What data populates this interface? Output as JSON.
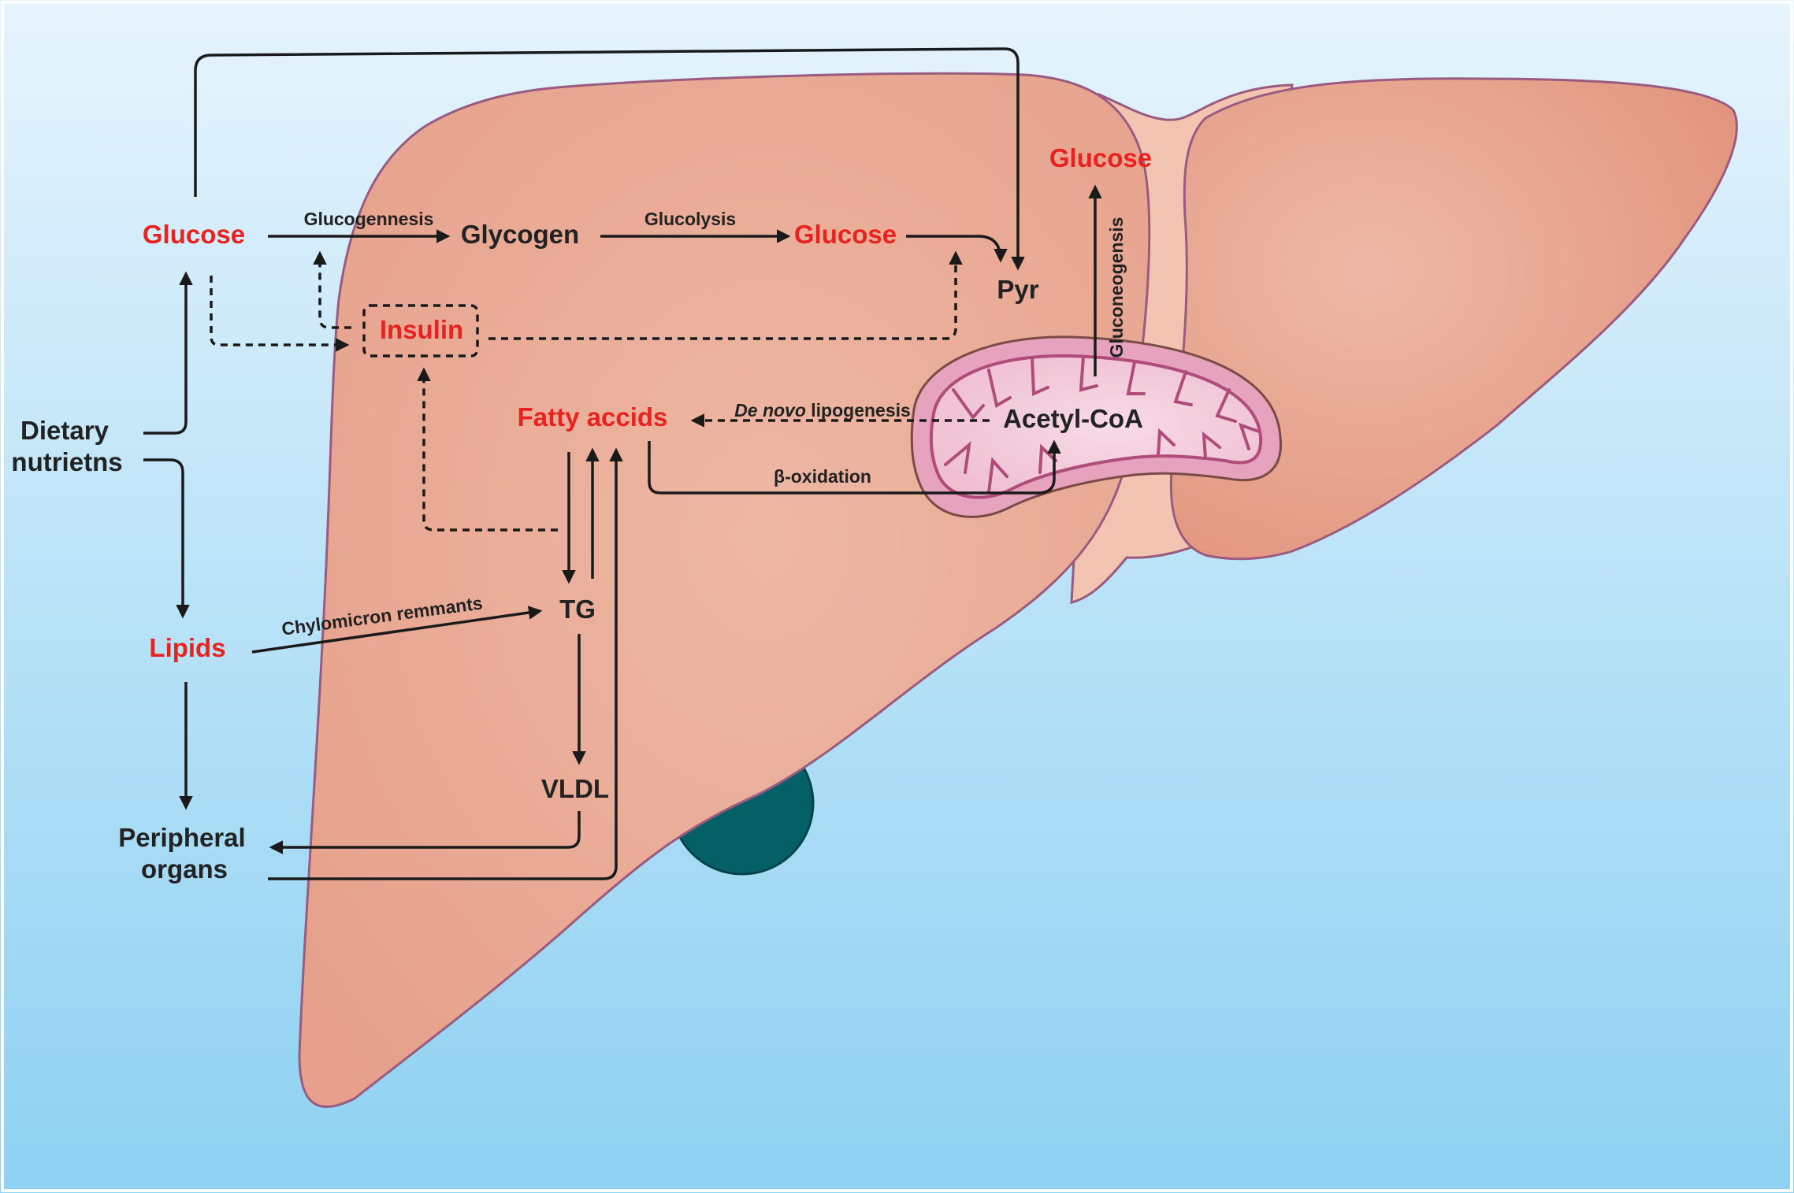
{
  "colors": {
    "background_top": "#e6f4fc",
    "background_bottom": "#8ed1f2",
    "liver_fill": "#e6a08b",
    "liver_outline": "#9a5b80",
    "ligament_fill": "#f3c4b2",
    "mitochondrion_fill": "#e7a3bd",
    "mitochondrion_inner": "#f7dbe6",
    "gallbladder": "#045f66",
    "highlight_text": "#e8231f",
    "text": "#222222"
  },
  "nodes": {
    "glucose_left": "Glucose",
    "glycogen": "Glycogen",
    "glucose_middle": "Glucose",
    "glucose_top": "Glucose",
    "pyr": "Pyr",
    "insulin": "Insulin",
    "fatty_acids": "Fatty accids",
    "acetyl_coa": "Acetyl-CoA",
    "dietary_line1": "Dietary",
    "dietary_line2": "nutrietns",
    "tg": "TG",
    "lipids": "Lipids",
    "vldl": "VLDL",
    "peripheral_line1": "Peripheral",
    "peripheral_line2": "organs"
  },
  "edges": {
    "glucogenesis": "Glucogennesis",
    "glycolysis": "Glucolysis",
    "gluconeogenesis": "Gluconeogensis",
    "de_novo_italic": "De novo",
    "de_novo_rest": " lipogenesis",
    "beta_oxidation": "β-oxidation",
    "chylomicron": "Chylomicron remmants"
  }
}
